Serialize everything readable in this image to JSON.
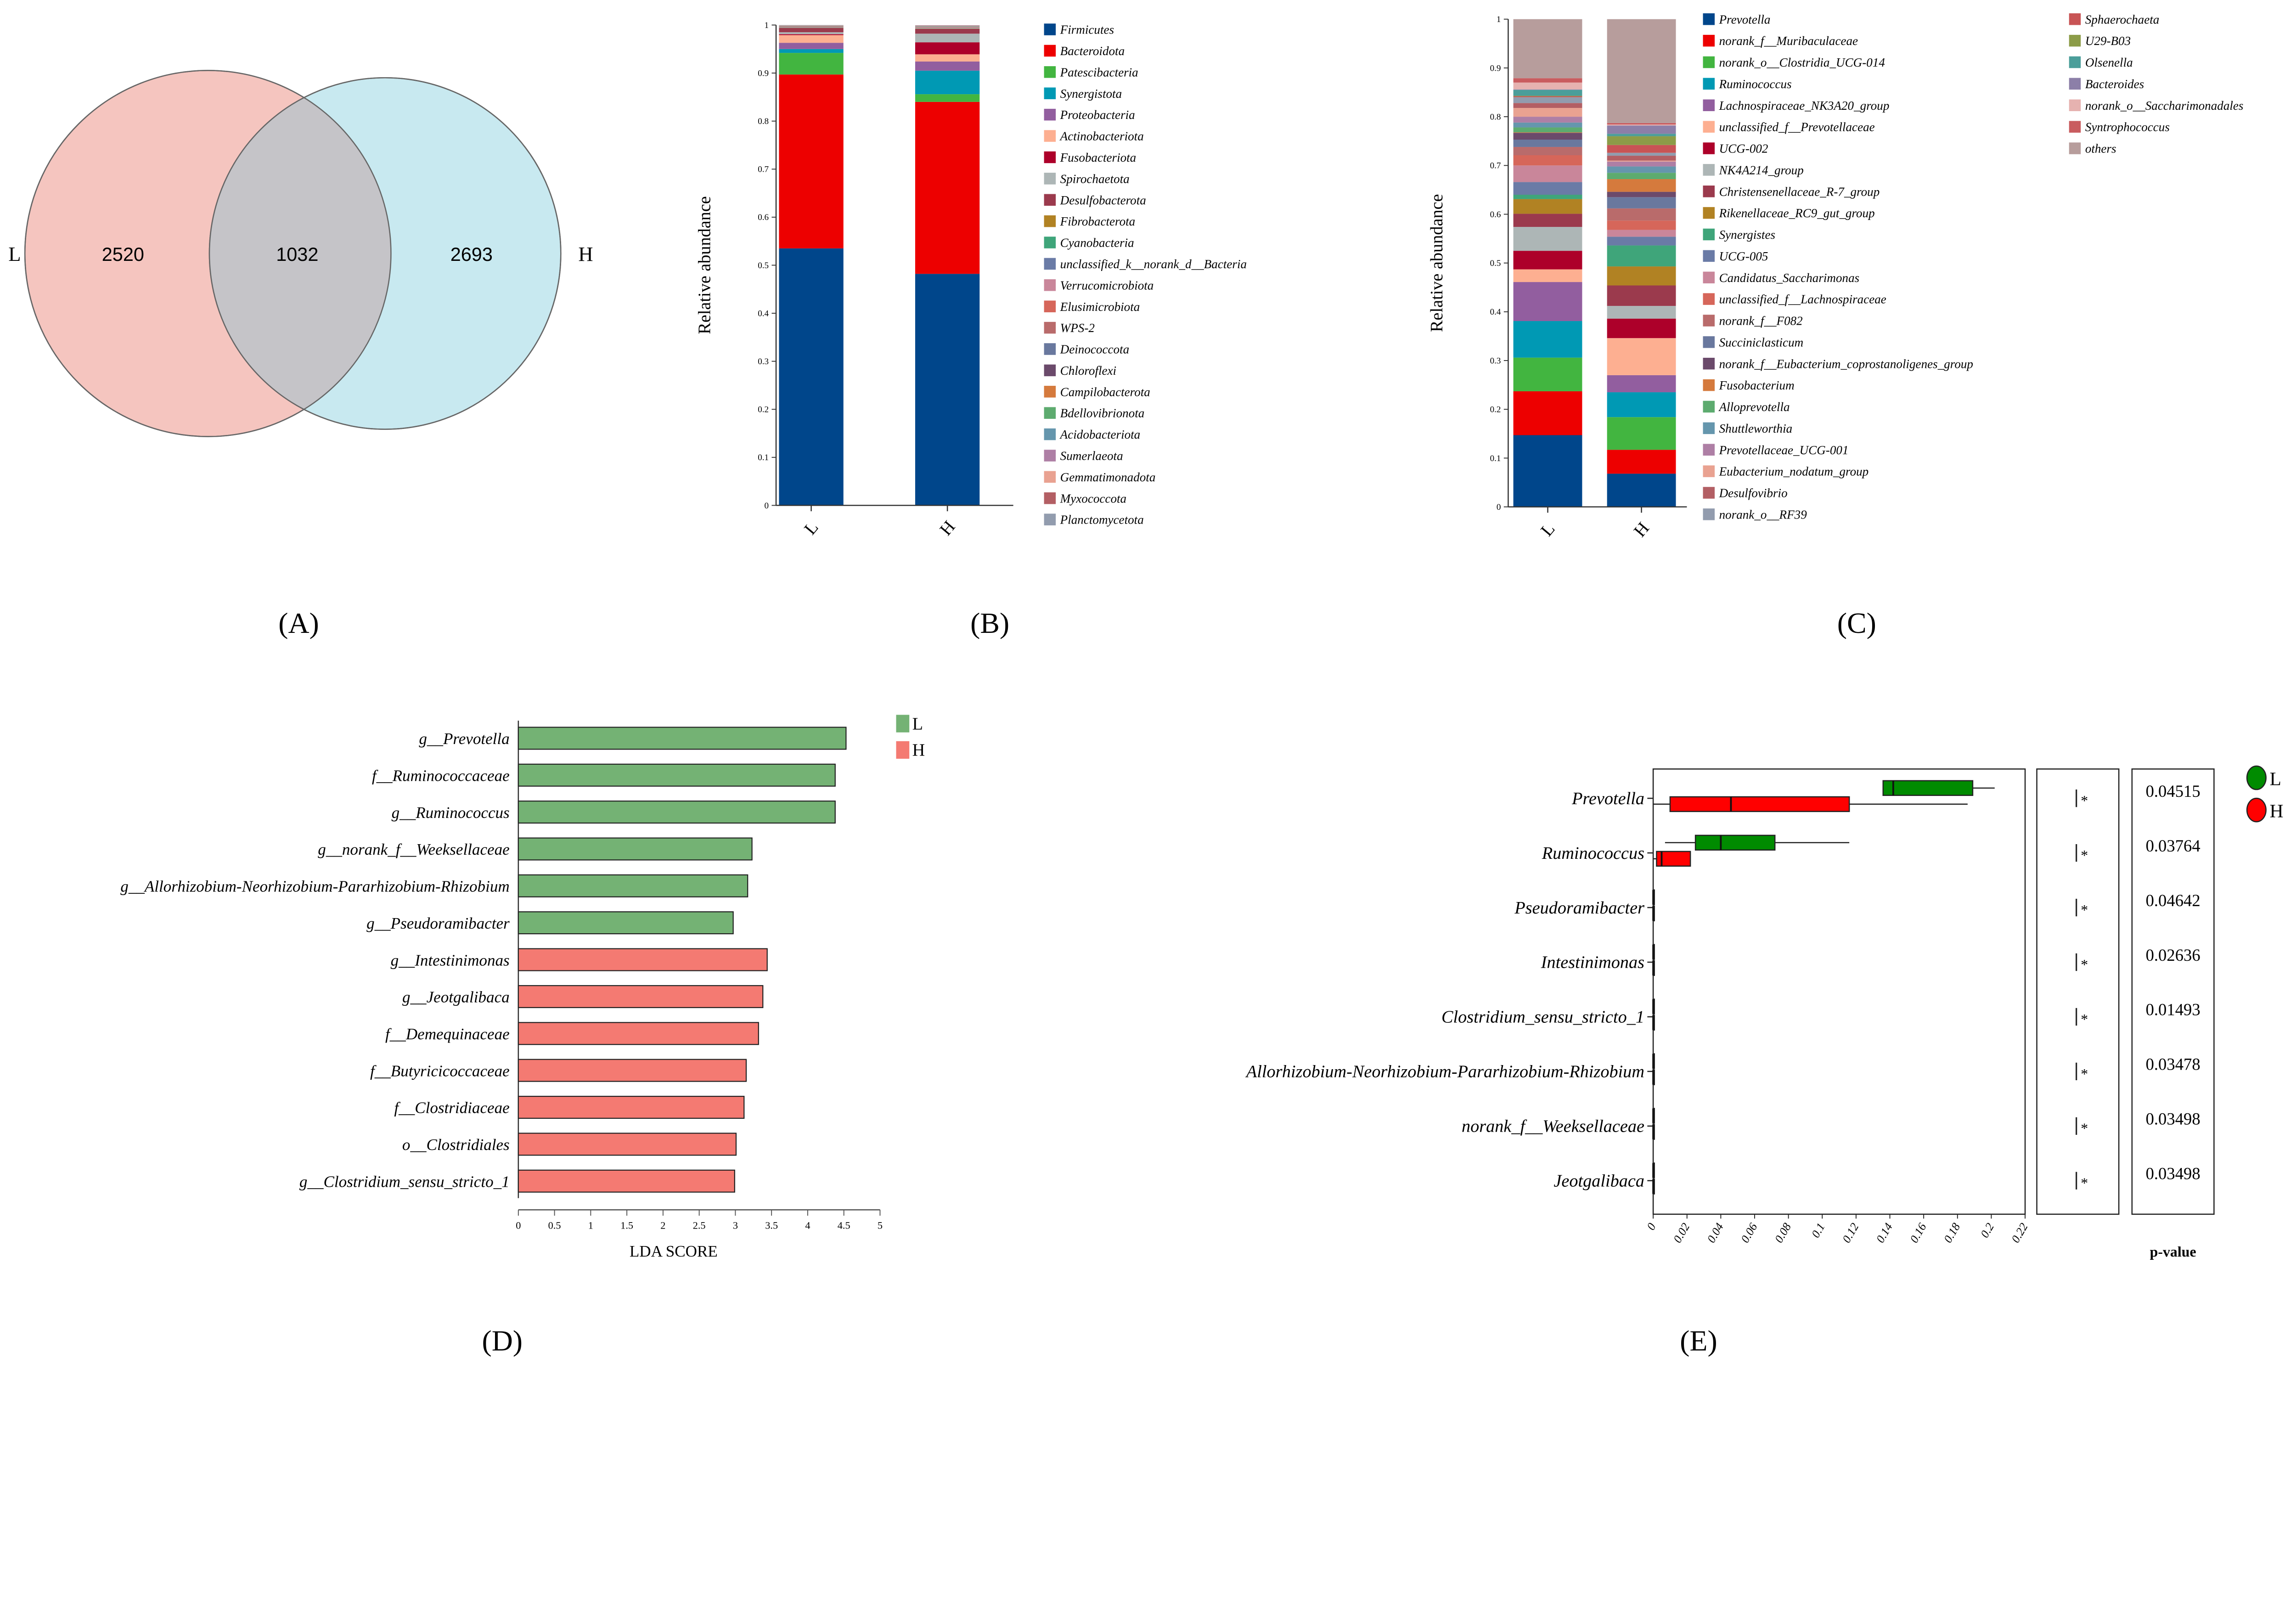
{
  "panels": {
    "A": "(A)",
    "B": "(B)",
    "C": "(C)",
    "D": "(D)",
    "E": "(E)"
  },
  "chart_data": [
    {
      "type": "venn",
      "sets": [
        {
          "name": "L",
          "unique": "2520",
          "color": "#f5c5bf"
        },
        {
          "name": "H",
          "unique": "2693",
          "color": "#c8e9f0"
        }
      ],
      "intersection": "1032",
      "intersection_color": "#c5c4c8"
    },
    {
      "type": "stacked-bar",
      "ylabel": "Relative abundance",
      "ylim": [
        0,
        1
      ],
      "yticks": [
        "0",
        "0.1",
        "0.2",
        "0.3",
        "0.4",
        "0.5",
        "0.6",
        "0.7",
        "0.8",
        "0.9",
        "1"
      ],
      "categories": [
        "L",
        "H"
      ],
      "series": [
        {
          "name": "Firmicutes",
          "color": "#00468b",
          "values": [
            0.535,
            0.482
          ]
        },
        {
          "name": "Bacteroidota",
          "color": "#ed0000",
          "values": [
            0.362,
            0.358
          ]
        },
        {
          "name": "Patescibacteria",
          "color": "#42b540",
          "values": [
            0.045,
            0.016
          ]
        },
        {
          "name": "Synergistota",
          "color": "#0099b4",
          "values": [
            0.008,
            0.049
          ]
        },
        {
          "name": "Proteobacteria",
          "color": "#925e9f",
          "values": [
            0.013,
            0.019
          ]
        },
        {
          "name": "Actinobacteriota",
          "color": "#fdaf91",
          "values": [
            0.016,
            0.015
          ]
        },
        {
          "name": "Fusobacteriota",
          "color": "#ad002a",
          "values": [
            0.002,
            0.025
          ]
        },
        {
          "name": "Spirochaetota",
          "color": "#adb6b6",
          "values": [
            0.004,
            0.018
          ]
        },
        {
          "name": "Desulfobacterota",
          "color": "#9b3a4d",
          "values": [
            0.009,
            0.01
          ]
        },
        {
          "name": "Fibrobacterota",
          "color": "#b18223",
          "values": [
            0.0004,
            0.0005
          ]
        },
        {
          "name": "Cyanobacteria",
          "color": "#3fa57a",
          "values": [
            0.0004,
            0.0005
          ]
        },
        {
          "name": "unclassified_k__norank_d__Bacteria",
          "color": "#6a7ba6",
          "values": [
            0.0004,
            0.0005
          ]
        },
        {
          "name": "Verrucomicrobiota",
          "color": "#c9869a",
          "values": [
            0.0004,
            0.0005
          ]
        },
        {
          "name": "Elusimicrobiota",
          "color": "#d6665a",
          "values": [
            0.0004,
            0.0005
          ]
        },
        {
          "name": "WPS-2",
          "color": "#b96b6b",
          "values": [
            0.0004,
            0.0005
          ]
        },
        {
          "name": "Deinococcota",
          "color": "#69789e",
          "values": [
            0.0004,
            0.0005
          ]
        },
        {
          "name": "Chloroflexi",
          "color": "#6b4a6b",
          "values": [
            0.0004,
            0.0005
          ]
        },
        {
          "name": "Campilobacterota",
          "color": "#d57a3d",
          "values": [
            0.0004,
            0.0005
          ]
        },
        {
          "name": "Bdellovibrionota",
          "color": "#5dab6f",
          "values": [
            0.0004,
            0.0005
          ]
        },
        {
          "name": "Acidobacteriota",
          "color": "#6596ad",
          "values": [
            0.0004,
            0.0005
          ]
        },
        {
          "name": "Sumerlaeota",
          "color": "#ae7fa5",
          "values": [
            0.0004,
            0.0005
          ]
        },
        {
          "name": "Gemmatimonadota",
          "color": "#e9a291",
          "values": [
            0.0004,
            0.0005
          ]
        },
        {
          "name": "Myxococcota",
          "color": "#b35f64",
          "values": [
            0.0004,
            0.0005
          ]
        },
        {
          "name": "Planctomycetota",
          "color": "#929cae",
          "values": [
            0.0004,
            0.0005
          ]
        }
      ]
    },
    {
      "type": "stacked-bar",
      "ylabel": "Relative abundance",
      "ylim": [
        0,
        1
      ],
      "yticks": [
        "0",
        "0.1",
        "0.2",
        "0.3",
        "0.4",
        "0.5",
        "0.6",
        "0.7",
        "0.8",
        "0.9",
        "1"
      ],
      "categories": [
        "L",
        "H"
      ],
      "series": [
        {
          "name": "Prevotella",
          "color": "#00468b",
          "values": [
            0.147,
            0.068
          ]
        },
        {
          "name": "norank_f__Muribaculaceae",
          "color": "#ed0000",
          "values": [
            0.09,
            0.049
          ]
        },
        {
          "name": "norank_o__Clostridia_UCG-014",
          "color": "#42b540",
          "values": [
            0.069,
            0.067
          ]
        },
        {
          "name": "Ruminococcus",
          "color": "#0099b4",
          "values": [
            0.075,
            0.051
          ]
        },
        {
          "name": "Lachnospiraceae_NK3A20_group",
          "color": "#925e9f",
          "values": [
            0.08,
            0.035
          ]
        },
        {
          "name": "unclassified_f__Prevotellaceae",
          "color": "#fdaf91",
          "values": [
            0.026,
            0.076
          ]
        },
        {
          "name": "UCG-002",
          "color": "#ad002a",
          "values": [
            0.038,
            0.04
          ]
        },
        {
          "name": "NK4A214_group",
          "color": "#adb6b6",
          "values": [
            0.049,
            0.026
          ]
        },
        {
          "name": "Christensenellaceae_R-7_group",
          "color": "#9b3a4d",
          "values": [
            0.027,
            0.042
          ]
        },
        {
          "name": "Rikenellaceae_RC9_gut_group",
          "color": "#b18223",
          "values": [
            0.03,
            0.039
          ]
        },
        {
          "name": "Synergistes",
          "color": "#3fa57a",
          "values": [
            0.009,
            0.043
          ]
        },
        {
          "name": "UCG-005",
          "color": "#6a7ba6",
          "values": [
            0.026,
            0.018
          ]
        },
        {
          "name": "Candidatus_Saccharimonas",
          "color": "#c9869a",
          "values": [
            0.034,
            0.014
          ]
        },
        {
          "name": "unclassified_f__Lachnospiraceae",
          "color": "#d6665a",
          "values": [
            0.021,
            0.019
          ]
        },
        {
          "name": "norank_f__F082",
          "color": "#b96b6b",
          "values": [
            0.017,
            0.025
          ]
        },
        {
          "name": "Succiniclasticum",
          "color": "#69789e",
          "values": [
            0.015,
            0.023
          ]
        },
        {
          "name": "norank_f__Eubacterium_coprostanoligenes_group",
          "color": "#6b4a6b",
          "values": [
            0.014,
            0.011
          ]
        },
        {
          "name": "Fusobacterium",
          "color": "#d57a3d",
          "values": [
            0.001,
            0.026
          ]
        },
        {
          "name": "Alloprevotella",
          "color": "#5dab6f",
          "values": [
            0.01,
            0.013
          ]
        },
        {
          "name": "Shuttleworthia",
          "color": "#6596ad",
          "values": [
            0.01,
            0.013
          ]
        },
        {
          "name": "Prevotellaceae_UCG-001",
          "color": "#ae7fa5",
          "values": [
            0.012,
            0.01
          ]
        },
        {
          "name": "Eubacterium_nodatum_group",
          "color": "#e9a291",
          "values": [
            0.018,
            0.002
          ]
        },
        {
          "name": "Desulfovibrio",
          "color": "#b35f64",
          "values": [
            0.01,
            0.01
          ]
        },
        {
          "name": "norank_o__RF39",
          "color": "#929cae",
          "values": [
            0.012,
            0.006
          ]
        },
        {
          "name": "Sphaerochaeta",
          "color": "#c85455",
          "values": [
            0.002,
            0.016
          ]
        },
        {
          "name": "U29-B03",
          "color": "#8c9c48",
          "values": [
            0.001,
            0.018
          ]
        },
        {
          "name": "Olsenella",
          "color": "#4b9e9a",
          "values": [
            0.012,
            0.005
          ]
        },
        {
          "name": "Bacteroides",
          "color": "#8c7fa8",
          "values": [
            0.001,
            0.017
          ]
        },
        {
          "name": "norank_o__Saccharimonadales",
          "color": "#e6b2b0",
          "values": [
            0.014,
            0.002
          ]
        },
        {
          "name": "Syntrophococcus",
          "color": "#c95c5f",
          "values": [
            0.009,
            0.003
          ]
        },
        {
          "name": "others",
          "color": "#b79d9c",
          "values": [
            0.121,
            0.213
          ]
        }
      ]
    },
    {
      "type": "bar",
      "orientation": "horizontal",
      "xlabel": "LDA SCORE",
      "xlim": [
        0,
        5
      ],
      "xticks": [
        "0",
        "0.5",
        "1",
        "1.5",
        "2",
        "2.5",
        "3",
        "3.5",
        "4",
        "4.5",
        "5"
      ],
      "legend": [
        {
          "name": "L",
          "color": "#74b274"
        },
        {
          "name": "H",
          "color": "#f47a72"
        }
      ],
      "categories": [
        "g__Prevotella",
        "f__Ruminococcaceae",
        "g__Ruminococcus",
        "g__norank_f__Weeksellaceae",
        "g__Allorhizobium-Neorhizobium-Pararhizobium-Rhizobium",
        "g__Pseudoramibacter",
        "g__Intestinimonas",
        "g__Jeotgalibaca",
        "f__Demequinaceae",
        "f__Butyricicoccaceae",
        "f__Clostridiaceae",
        "o__Clostridiales",
        "g__Clostridium_sensu_stricto_1"
      ],
      "groups": [
        "L",
        "L",
        "L",
        "L",
        "L",
        "L",
        "H",
        "H",
        "H",
        "H",
        "H",
        "H",
        "H"
      ],
      "values": [
        4.53,
        4.38,
        4.38,
        3.23,
        3.17,
        2.97,
        3.44,
        3.38,
        3.32,
        3.15,
        3.12,
        3.01,
        2.99
      ]
    },
    {
      "type": "box",
      "orientation": "horizontal",
      "xlim": [
        0,
        0.22
      ],
      "xticks": [
        "0",
        "0.02",
        "0.04",
        "0.06",
        "0.08",
        "0.1",
        "0.12",
        "0.14",
        "0.16",
        "0.18",
        "0.2",
        "0.22"
      ],
      "legend": [
        {
          "name": "L",
          "color": "#008b00"
        },
        {
          "name": "H",
          "color": "#ff0000"
        }
      ],
      "pvalue_label": "p-value",
      "categories": [
        "Prevotella",
        "Ruminococcus",
        "Pseudoramibacter",
        "Intestinimonas",
        "Clostridium_sensu_stricto_1",
        "Allorhizobium-Neorhizobium-Pararhizobium-Rhizobium",
        "norank_f__Weeksellaceae",
        "Jeotgalibaca"
      ],
      "boxes": [
        {
          "L": {
            "min": 0.136,
            "q1": 0.136,
            "median": 0.142,
            "q3": 0.189,
            "max": 0.202
          },
          "H": {
            "min": 0.0,
            "q1": 0.01,
            "median": 0.046,
            "q3": 0.116,
            "max": 0.186
          }
        },
        {
          "L": {
            "min": 0.007,
            "q1": 0.025,
            "median": 0.04,
            "q3": 0.072,
            "max": 0.116
          },
          "H": {
            "min": 0.0,
            "q1": 0.002,
            "median": 0.005,
            "q3": 0.022,
            "max": 0.022
          }
        },
        {
          "L": {
            "min": 0,
            "q1": 0,
            "median": 0,
            "q3": 0.0005,
            "max": 0.0005
          },
          "H": {
            "min": 0,
            "q1": 0,
            "median": 0,
            "q3": 0,
            "max": 0
          }
        },
        {
          "L": {
            "min": 0,
            "q1": 0,
            "median": 0,
            "q3": 0,
            "max": 0
          },
          "H": {
            "min": 0,
            "q1": 0,
            "median": 0,
            "q3": 0.0005,
            "max": 0.0005
          }
        },
        {
          "L": {
            "min": 0,
            "q1": 0,
            "median": 0,
            "q3": 0,
            "max": 0
          },
          "H": {
            "min": 0,
            "q1": 0,
            "median": 0,
            "q3": 0.0005,
            "max": 0.0005
          }
        },
        {
          "L": {
            "min": 0,
            "q1": 0,
            "median": 0,
            "q3": 0.0005,
            "max": 0.0005
          },
          "H": {
            "min": 0,
            "q1": 0,
            "median": 0,
            "q3": 0,
            "max": 0
          }
        },
        {
          "L": {
            "min": 0,
            "q1": 0,
            "median": 0,
            "q3": 0.0005,
            "max": 0.0005
          },
          "H": {
            "min": 0,
            "q1": 0,
            "median": 0,
            "q3": 0,
            "max": 0
          }
        },
        {
          "L": {
            "min": 0,
            "q1": 0,
            "median": 0,
            "q3": 0,
            "max": 0
          },
          "H": {
            "min": 0,
            "q1": 0,
            "median": 0,
            "q3": 0.0005,
            "max": 0.0005
          }
        }
      ],
      "significance": [
        "*",
        "*",
        "*",
        "*",
        "*",
        "*",
        "*",
        "*"
      ],
      "p_values": [
        "0.04515",
        "0.03764",
        "0.04642",
        "0.02636",
        "0.01493",
        "0.03478",
        "0.03498",
        "0.03498"
      ]
    }
  ]
}
